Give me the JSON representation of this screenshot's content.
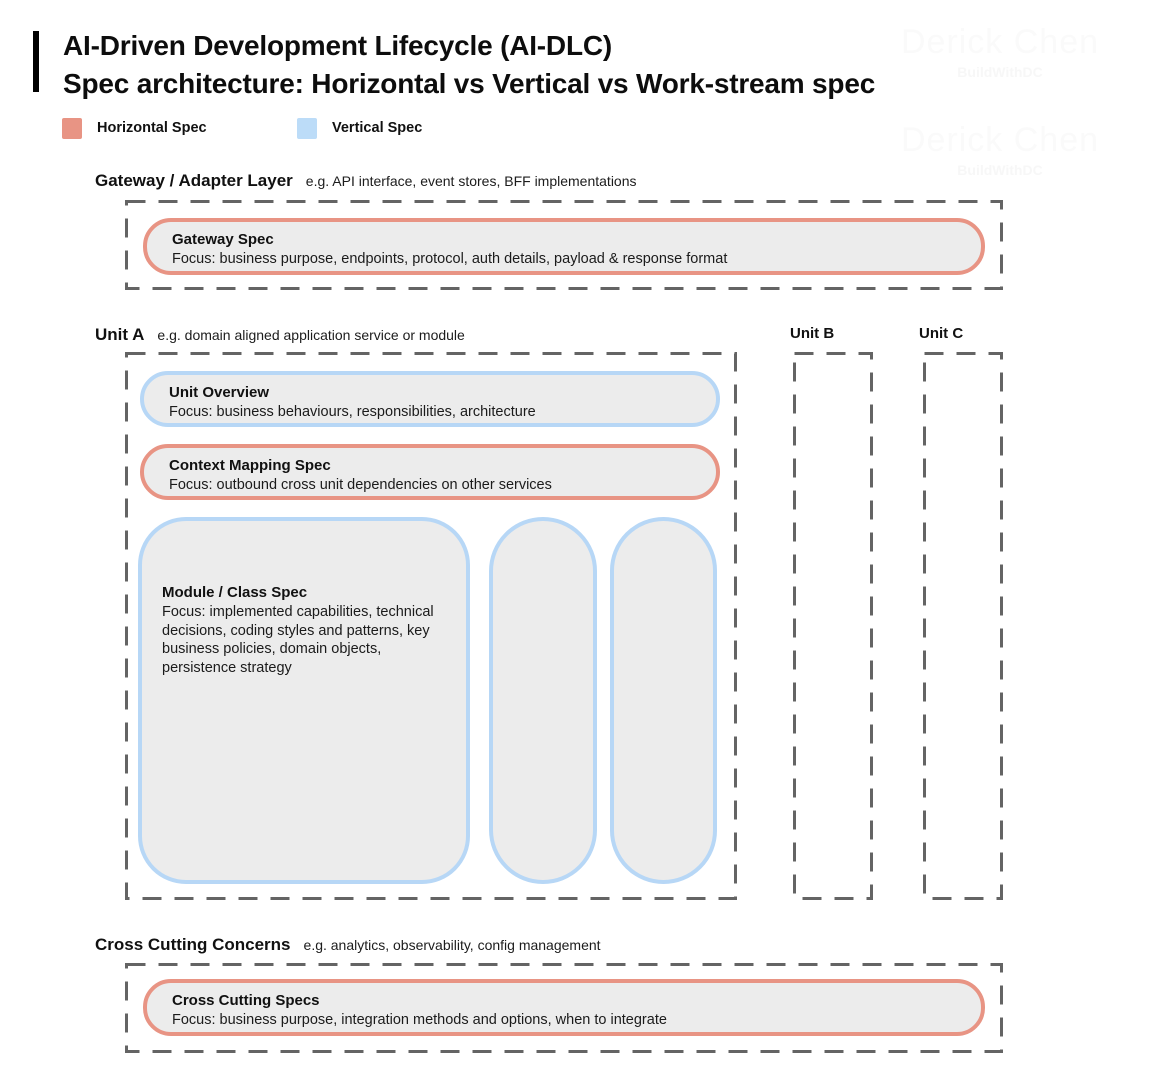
{
  "watermark": {
    "name": "Derick Chen",
    "handle": "BuildWithDC"
  },
  "title": {
    "line1": "AI-Driven Development Lifecycle (AI-DLC)",
    "line2": "Spec architecture: Horizontal vs Vertical vs Work-stream spec"
  },
  "legend": {
    "horizontal": {
      "label": "Horizontal Spec",
      "color": "#E89484"
    },
    "vertical": {
      "label": "Vertical Spec",
      "color": "#BCDCF8"
    }
  },
  "colors": {
    "horizontal_accent": "#E89484",
    "vertical_accent": "#B7D7F6",
    "card_fill": "#ECECEC",
    "dashed_border": "#646464"
  },
  "sections": {
    "gateway": {
      "heading": "Gateway / Adapter Layer",
      "example": "e.g. API interface, event stores, BFF implementations",
      "spec": {
        "title": "Gateway Spec",
        "focus": "Focus: business purpose, endpoints, protocol, auth details, payload & response format",
        "type": "horizontal"
      }
    },
    "unit_a": {
      "heading": "Unit A",
      "example": "e.g. domain aligned application service or module",
      "specs": [
        {
          "title": "Unit Overview",
          "focus": "Focus: business behaviours, responsibilities, architecture",
          "type": "vertical"
        },
        {
          "title": "Context Mapping Spec",
          "focus": "Focus: outbound cross unit dependencies on other services",
          "type": "horizontal"
        },
        {
          "title": "Module / Class Spec",
          "focus": "Focus: implemented capabilities, technical decisions, coding styles and patterns, key business policies, domain objects, persistence strategy",
          "type": "vertical"
        }
      ]
    },
    "unit_b": {
      "heading": "Unit B"
    },
    "unit_c": {
      "heading": "Unit C"
    },
    "cross_cutting": {
      "heading": "Cross Cutting Concerns",
      "example": "e.g. analytics, observability, config management",
      "spec": {
        "title": "Cross Cutting Specs",
        "focus": "Focus: business purpose, integration methods and options, when to integrate",
        "type": "horizontal"
      }
    }
  }
}
